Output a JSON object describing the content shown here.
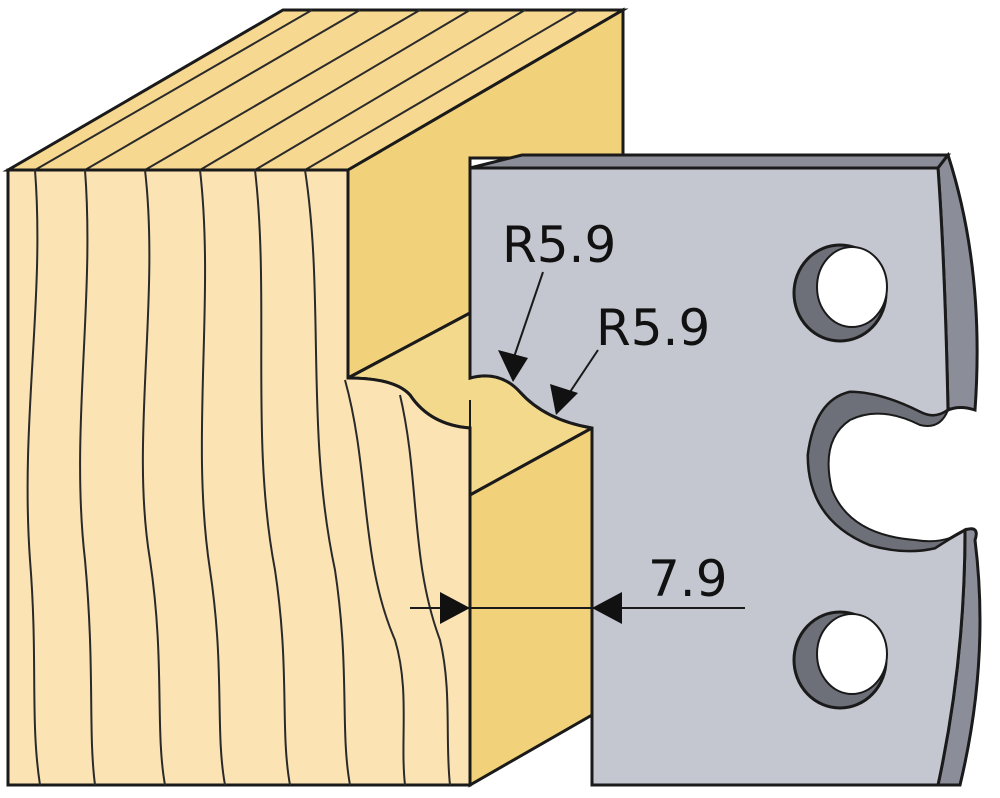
{
  "labels": {
    "radius_upper": "R5.9",
    "radius_lower": "R5.9",
    "depth": "7.9"
  },
  "colors": {
    "wood_face": "#fbe3b4",
    "wood_top": "#f6d891",
    "wood_side": "#f1d27a",
    "wood_groove": "#f3d98c",
    "wood_grain": "#2a2a2a",
    "steel": "#c4c7d0",
    "steel_edge": "#8b8e99",
    "steel_dark": "#6d7079",
    "outline": "#1a1a1a",
    "hole": "#ffffff"
  }
}
